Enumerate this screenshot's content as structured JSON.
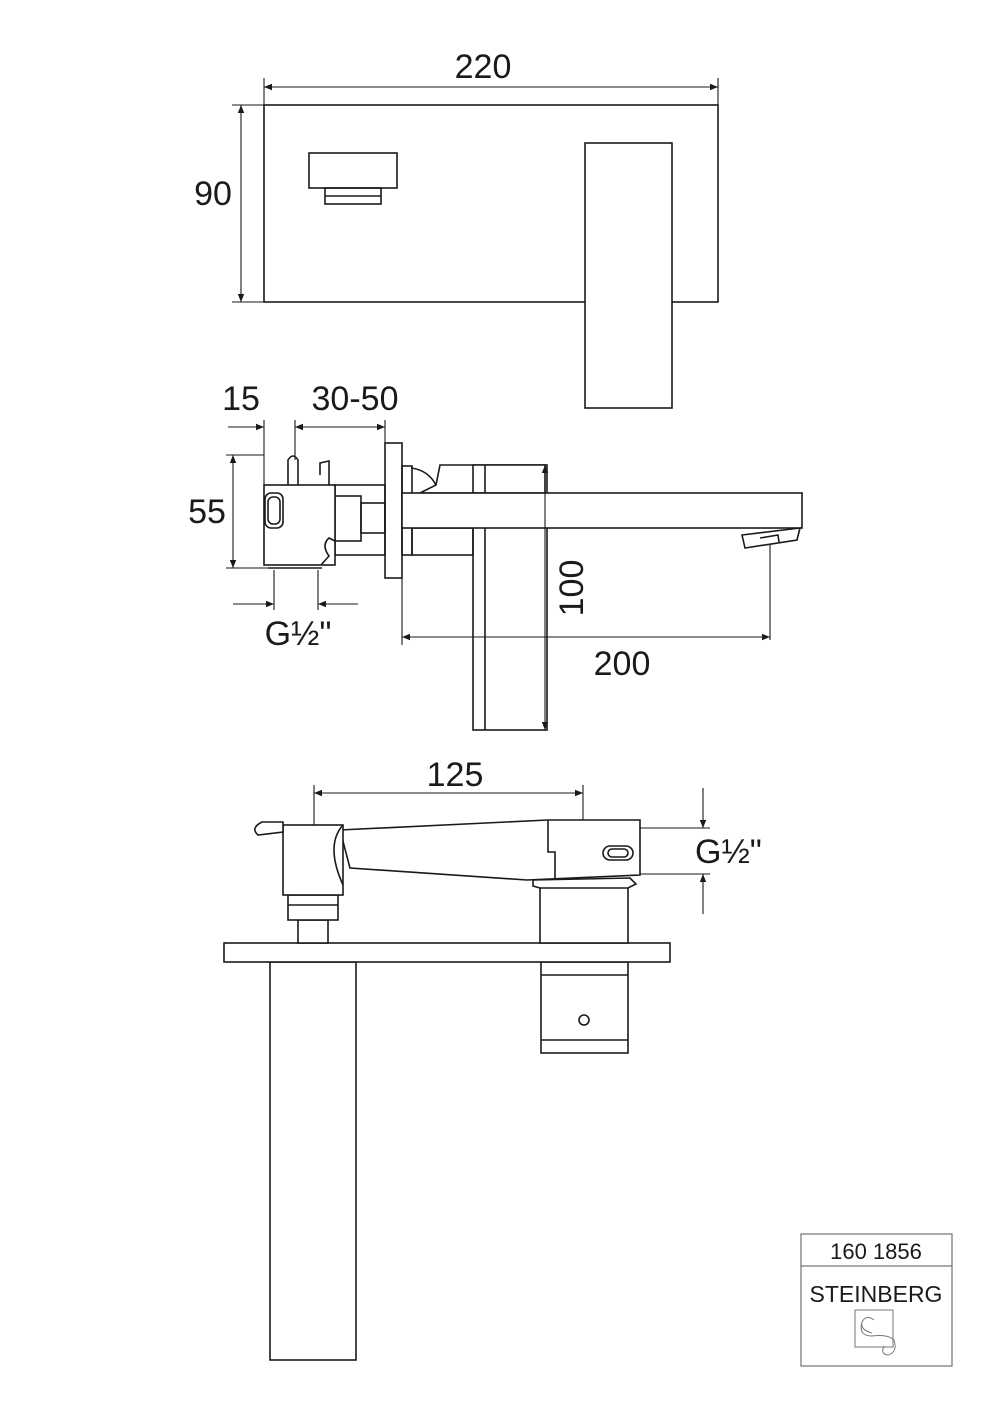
{
  "drawing": {
    "front_view": {
      "width_dim": "220",
      "height_dim": "90"
    },
    "side_view": {
      "wall_depth_dim": "15",
      "wall_range_dim": "30-50",
      "body_height_dim": "55",
      "thread_dim": "G½\"",
      "lever_height_dim": "100",
      "spout_projection_dim": "200"
    },
    "top_view": {
      "centre_distance_dim": "125",
      "thread_dim": "G½\""
    }
  },
  "title_block": {
    "article_number": "160 1856",
    "brand": "STEINBERG"
  }
}
